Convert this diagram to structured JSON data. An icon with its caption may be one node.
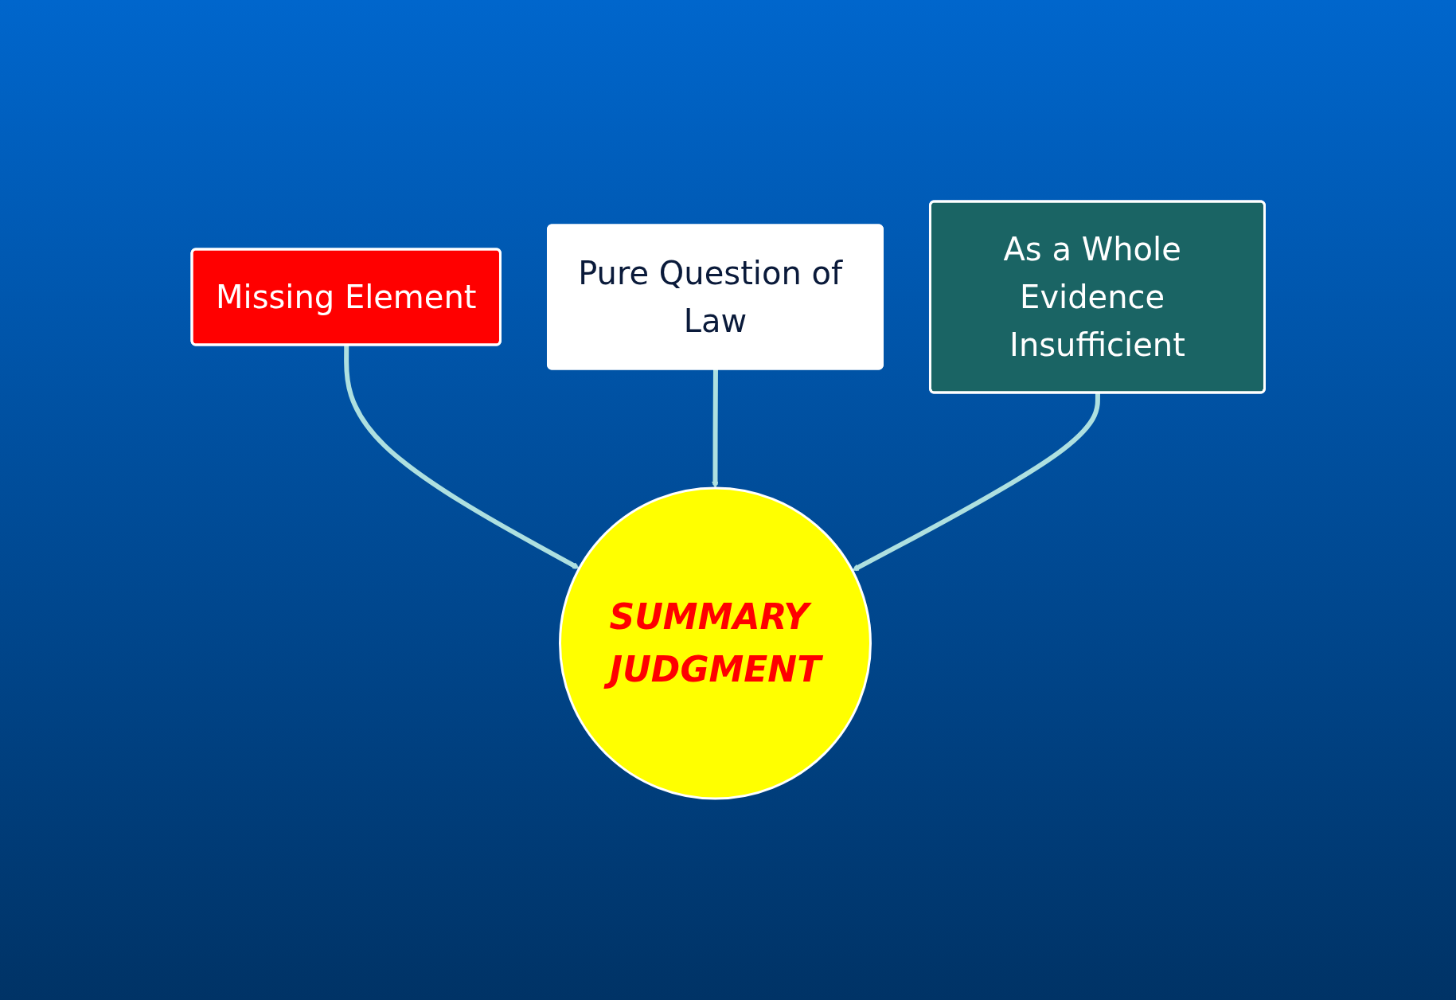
{
  "diagram": {
    "nodes": [
      {
        "text": [
          "Missing Element"
        ]
      },
      {
        "text": [
          "Pure Question of Law"
        ]
      },
      {
        "text": [
          "As a Whole Evidence Insufficient"
        ]
      },
      {
        "text": [
          "SUMMARY JUDGMENT"
        ]
      }
    ],
    "edges": [
      {
        "from": 0,
        "to": 3,
        "arrow": "to"
      },
      {
        "from": 1,
        "to": 3,
        "arrow": "to"
      },
      {
        "from": 2,
        "to": 3,
        "arrow": "to"
      }
    ]
  }
}
